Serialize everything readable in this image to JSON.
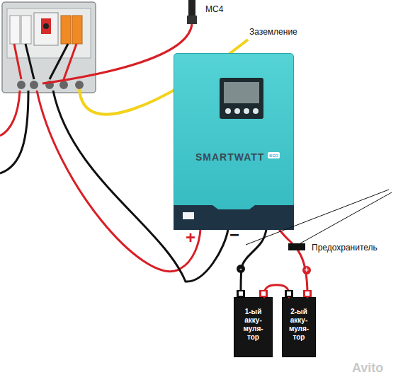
{
  "diagram": {
    "nodes": [
      {
        "text": [
          "SMARTWATT",
          "eco"
        ]
      },
      {
        "text": [
          "1-ый акку- муля- тор"
        ]
      },
      {
        "text": [
          "2-ый акку- муля- тор"
        ]
      }
    ],
    "edges": [
      {
        "from": 0,
        "to": 1,
        "arrow": "none"
      },
      {
        "from": 0,
        "to": 2,
        "arrow": "none"
      },
      {
        "from": 1,
        "to": 2,
        "arrow": "none"
      }
    ],
    "labels": [
      "MC4",
      "Заземление",
      "+",
      "−",
      "Предохранитель",
      "-",
      "+",
      "Avito"
    ]
  }
}
